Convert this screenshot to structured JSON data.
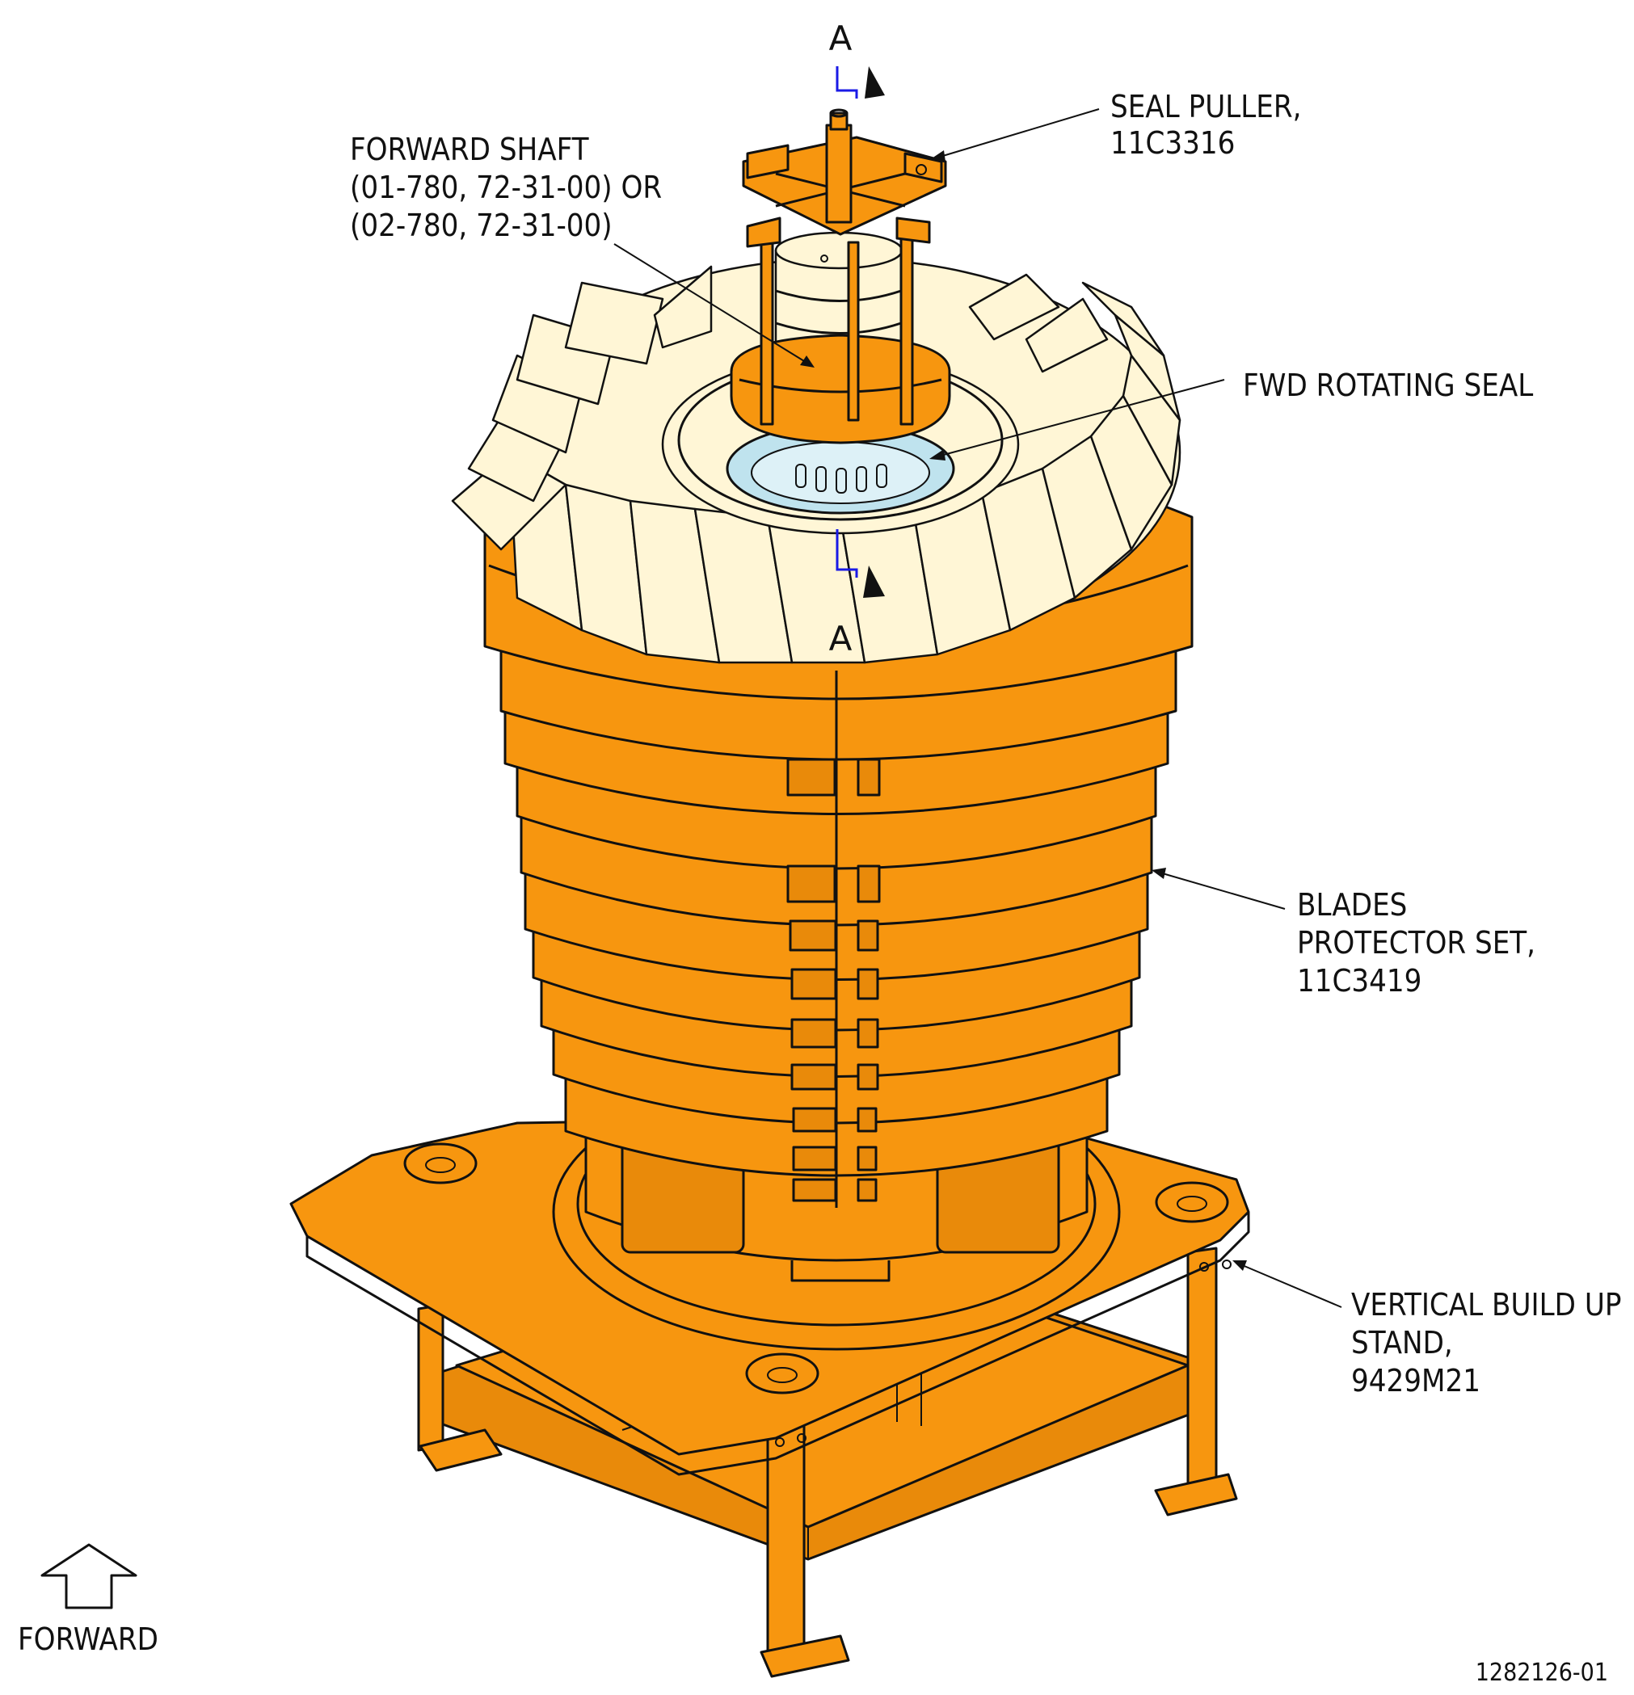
{
  "section_marker": {
    "letter_top": "A",
    "letter_bottom": "A"
  },
  "callouts": {
    "seal_puller": {
      "line1": "SEAL PULLER,",
      "line2": "11C3316"
    },
    "forward_shaft": {
      "line1": "FORWARD SHAFT",
      "line2": "(01-780, 72-31-00) OR",
      "line3": "(02-780, 72-31-00)"
    },
    "fwd_rotating_seal": {
      "line1": "FWD ROTATING SEAL"
    },
    "blades_protector": {
      "line1": "BLADES",
      "line2": "PROTECTOR SET,",
      "line3": "11C3419"
    },
    "vertical_stand": {
      "line1": "VERTICAL BUILD UP",
      "line2": "STAND,",
      "line3": "9429M21"
    }
  },
  "forward_indicator": {
    "label": "FORWARD"
  },
  "figure_number": "1282126-01",
  "colors": {
    "fixture_orange": "#F7960F",
    "blade_cream": "#FFF6D6",
    "seal_blue": "#BFE3EE",
    "section_line_blue": "#1A1AE6",
    "outline": "#111111"
  }
}
